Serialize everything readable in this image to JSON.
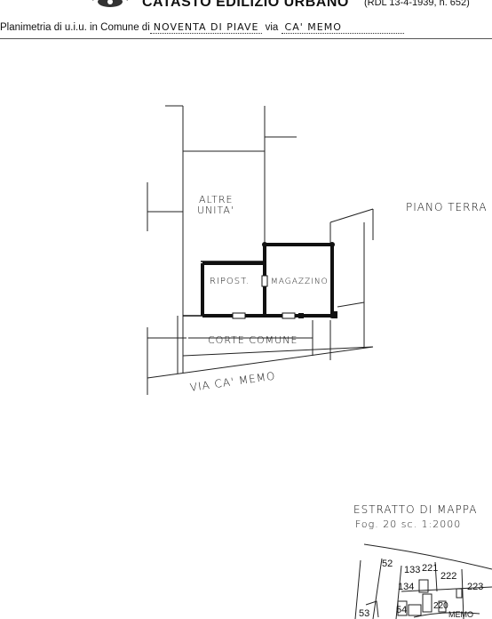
{
  "header": {
    "title": "CATASTO EDILIZIO URBANO",
    "law_reference": "(RDL 13-4-1939, n. 652)",
    "subline_prefix": "Planimetria di u.i.u. in Comune di",
    "comune": "NOVENTA DI PIAVE",
    "via_label": "via",
    "via_value": "CA' MEMO"
  },
  "plan": {
    "label_altre_unita_1": "ALTRE",
    "label_altre_unita_2": "UNITA'",
    "label_ripost": "RIPOST.",
    "label_magazzino": "MAGAZZINO",
    "label_corte": "CORTE COMUNE",
    "label_via": "VIA CA' MEMO",
    "floor_label": "PIANO TERRA"
  },
  "extract": {
    "title": "ESTRATTO DI MAPPA",
    "scale": "Fog. 20 sc. 1:2000",
    "parcels": [
      "52",
      "133",
      "221",
      "222",
      "134",
      "223",
      "53",
      "54",
      "220"
    ],
    "street": "MEMO"
  }
}
